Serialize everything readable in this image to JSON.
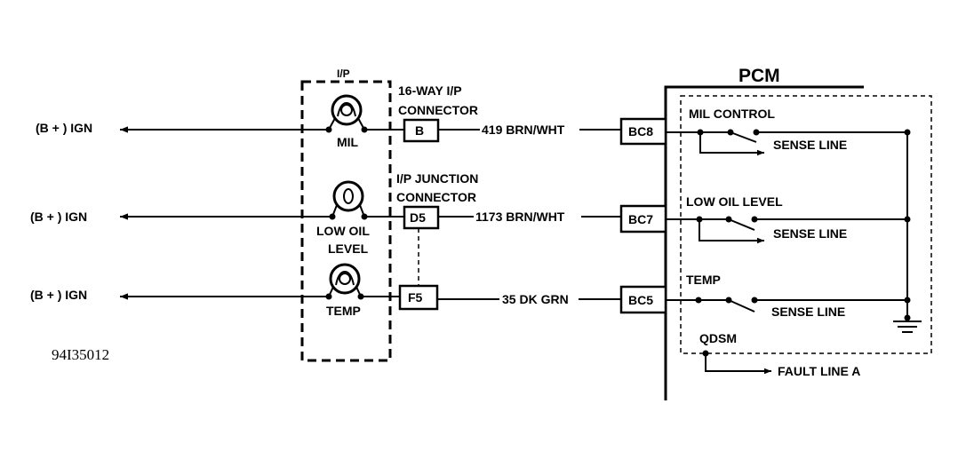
{
  "ign_labels": [
    "(B + ) IGN",
    "(B + ) IGN",
    "(B + ) IGN"
  ],
  "ip_label": "I/P",
  "lamps": [
    "MIL",
    "LOW OIL",
    "LEVEL",
    "TEMP"
  ],
  "connector_16way": [
    "16-WAY I/P",
    "CONNECTOR"
  ],
  "junction_connector": [
    "I/P JUNCTION",
    "CONNECTOR"
  ],
  "pins": [
    "B",
    "D5",
    "F5"
  ],
  "wires": [
    "419 BRN/WHT",
    "1173 BRN/WHT",
    "35 DK GRN"
  ],
  "pcm": {
    "title": "PCM",
    "terminals": [
      "BC8",
      "BC7",
      "BC5"
    ],
    "circuits": [
      "MIL CONTROL",
      "LOW OIL LEVEL",
      "TEMP"
    ],
    "sense_line": [
      "SENSE LINE",
      "SENSE LINE",
      "SENSE LINE"
    ],
    "qdsm": "QDSM",
    "fault_line": "FAULT LINE A"
  },
  "figure_code": "94I35012"
}
